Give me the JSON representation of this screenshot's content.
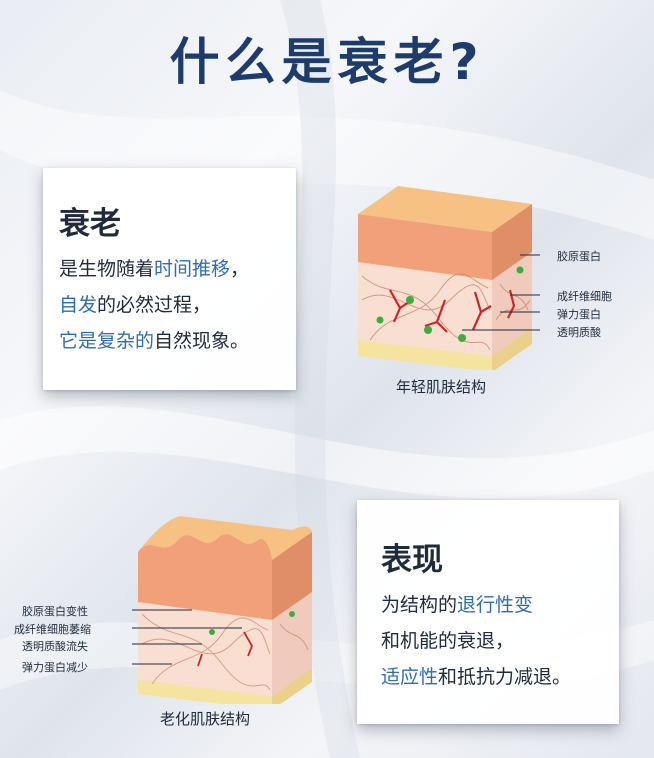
{
  "title": "什么是衰老?",
  "card_aging": {
    "heading": "衰老",
    "line1_a": "是生物随着",
    "line1_b": "时间推移",
    "line1_c": "，",
    "line2_a": "自发",
    "line2_b": "的必然过程，",
    "line3_a": "它是复杂的",
    "line3_b": "自然现象",
    "line3_c": "。"
  },
  "young_skin": {
    "caption": "年轻肌肤结构",
    "labels": [
      "胶原蛋白",
      "成纤维细胞",
      "弹力蛋白",
      "透明质酸"
    ]
  },
  "aged_skin": {
    "caption": "老化肌肤结构",
    "labels": [
      "胶原蛋白变性",
      "成纤维细胞萎缩",
      "透明质酸流失",
      "弹力蛋白减少"
    ]
  },
  "card_manifest": {
    "heading": "表现",
    "line1_a": "为结构的",
    "line1_b": "退行性变",
    "line2_a": "和机能的衰退，",
    "line3_a": "适应性",
    "line3_b": "和抵抗力减退。"
  },
  "colors": {
    "title": "#1d3c6b",
    "highlight": "#2f6db0",
    "epidermis": "#f2a07a",
    "dermis": "#f9ded2",
    "fat": "#f5e3a0",
    "fibroblast": "#c8282a",
    "hyaluronic": "#3cad3c"
  }
}
